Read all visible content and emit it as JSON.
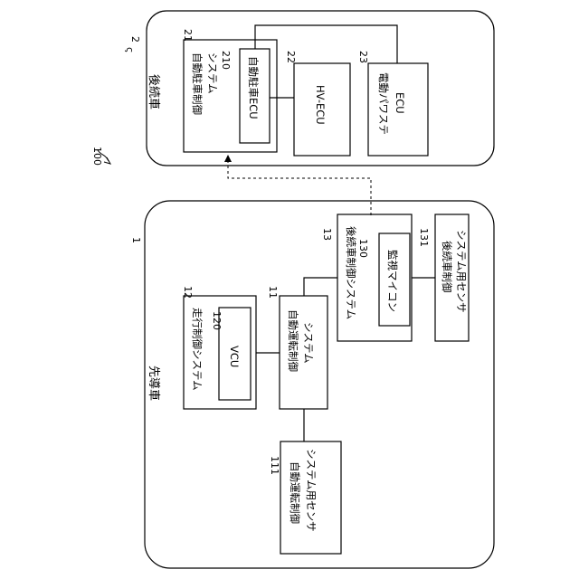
{
  "system_ref": "100",
  "following_vehicle": {
    "ref": "2",
    "title": "後続車",
    "parking_system": {
      "ref": "21",
      "lines": [
        "自動駐車制御",
        "システム"
      ]
    },
    "parking_ecu": {
      "ref": "210",
      "label": "自動駐車ECU"
    },
    "hv_ecu": {
      "ref": "22",
      "label": "HV-ECU"
    },
    "eps_ecu": {
      "ref": "23",
      "lines": [
        "電動パワステ",
        "ECU"
      ]
    }
  },
  "lead_vehicle": {
    "ref": "1",
    "title": "先導車",
    "travel_system": {
      "ref": "12",
      "label": "走行制御システム"
    },
    "vcu": {
      "ref": "120",
      "label": "VCU"
    },
    "auto_drive_system": {
      "ref": "11",
      "lines": [
        "自動運転制御",
        "システム"
      ]
    },
    "auto_drive_sensor": {
      "ref": "111",
      "lines": [
        "自動運転制御",
        "システム用センサ"
      ]
    },
    "follow_system": {
      "ref": "13",
      "label": "後続車制御システム"
    },
    "monitor": {
      "ref": "130",
      "label": "監視マイコン"
    },
    "follow_sensor": {
      "ref": "131",
      "lines": [
        "後続車制御",
        "システム用センサ"
      ]
    }
  }
}
